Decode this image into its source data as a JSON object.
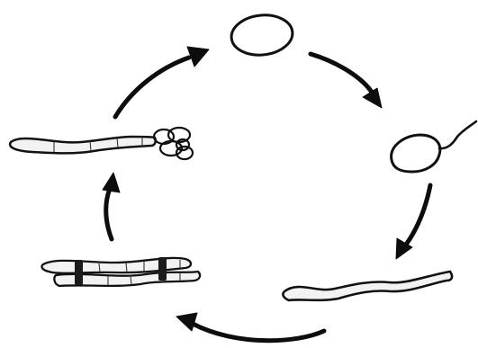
{
  "diagram": {
    "kind": "life-cycle",
    "stages": [
      {
        "id": "egg",
        "icon": "egg-icon"
      },
      {
        "id": "hatching-egg",
        "icon": "hatching-egg-icon"
      },
      {
        "id": "worm",
        "icon": "worm-icon"
      },
      {
        "id": "mating-worms",
        "icon": "mating-worms-icon"
      },
      {
        "id": "worm-with-cocoon",
        "icon": "worm-cocoon-icon"
      }
    ],
    "arrows": [
      {
        "from": "egg",
        "to": "hatching-egg"
      },
      {
        "from": "hatching-egg",
        "to": "worm"
      },
      {
        "from": "worm",
        "to": "mating-worms"
      },
      {
        "from": "mating-worms",
        "to": "worm-with-cocoon"
      },
      {
        "from": "worm-with-cocoon",
        "to": "egg"
      }
    ],
    "colors": {
      "ink": "#111111",
      "body": "#f2f2f2",
      "band": "#1a1a1a",
      "background": "#ffffff"
    }
  }
}
